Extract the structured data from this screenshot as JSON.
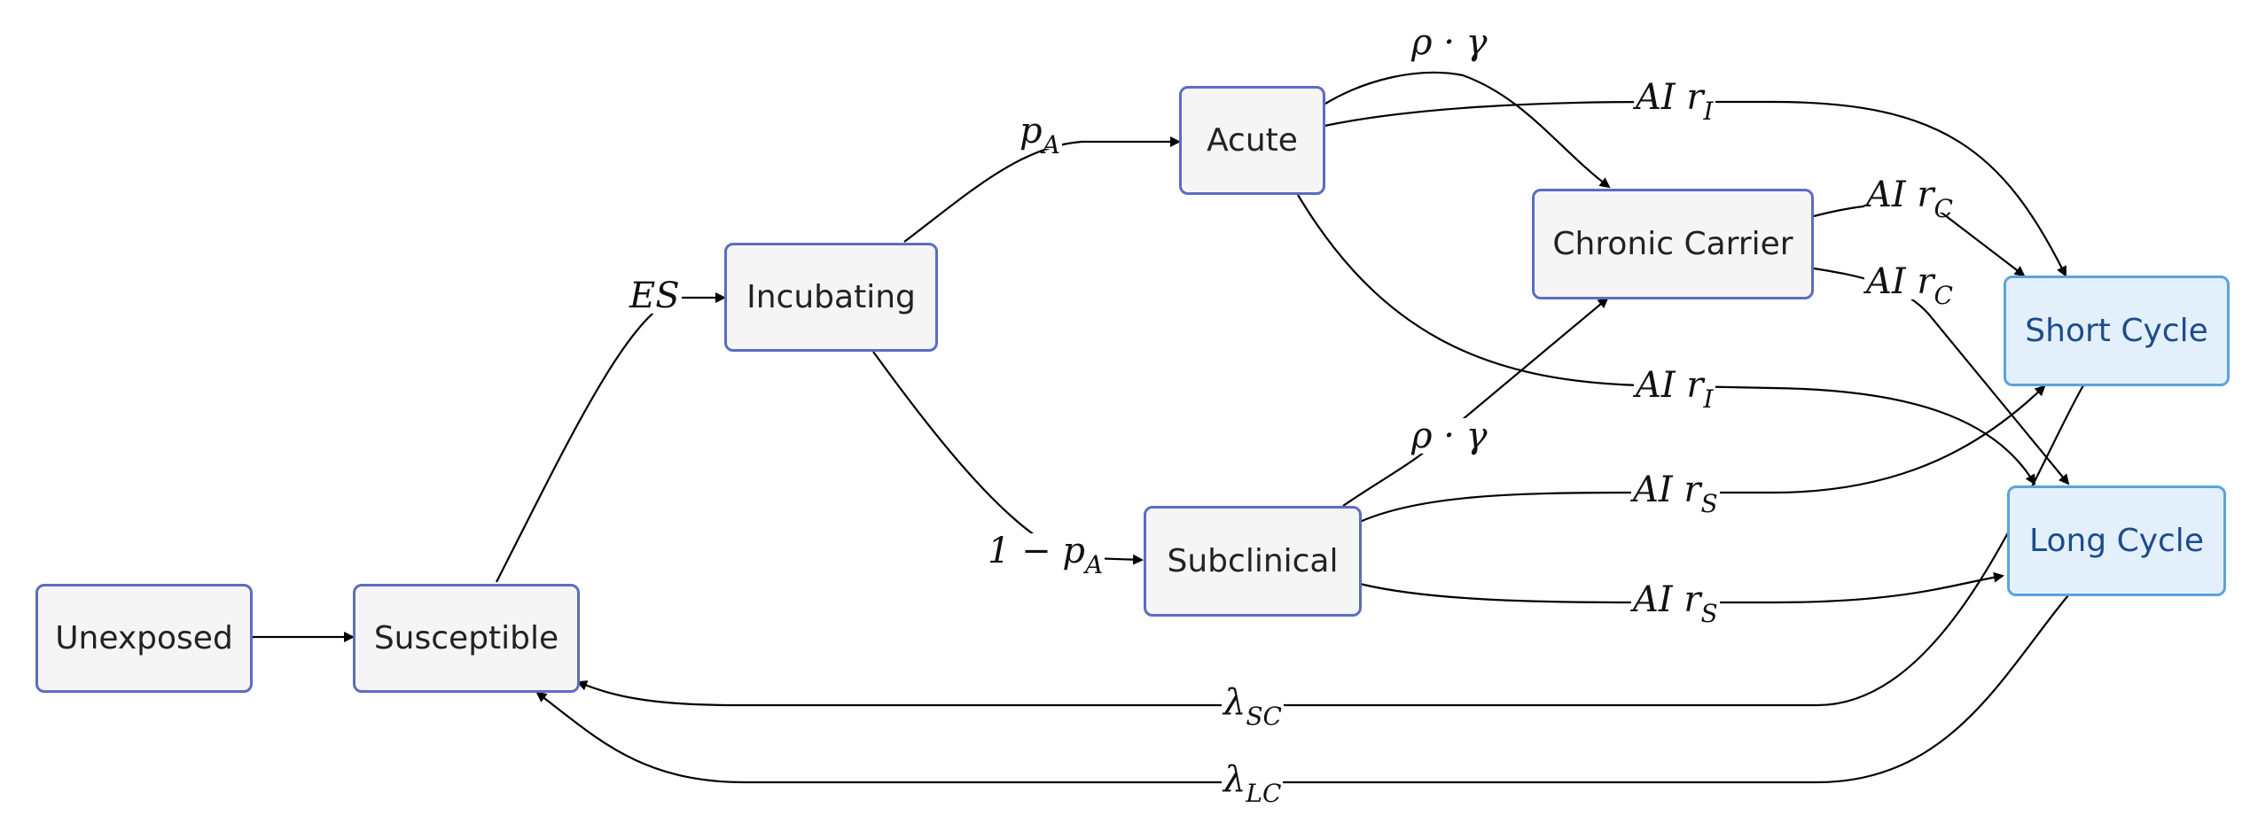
{
  "nodes": {
    "unexposed": "Unexposed",
    "susceptible": "Susceptible",
    "incubating": "Incubating",
    "acute": "Acute",
    "subclinical": "Subclinical",
    "chronic_carrier": "Chronic Carrier",
    "short_cycle": "Short Cycle",
    "long_cycle": "Long Cycle"
  },
  "edge_labels": {
    "es": "ES",
    "p_a_main": "p",
    "p_a_sub": "A",
    "one_minus_pa_main": "1 − p",
    "one_minus_pa_sub": "A",
    "rho_gamma_acute": "ρ · γ",
    "rho_gamma_subclinical": "ρ · γ",
    "ai_ri_main": "AI r",
    "ai_ri_sub": "I",
    "ai_rc_main": "AI r",
    "ai_rc_sub": "C",
    "ai_rs_main": "AI r",
    "ai_rs_sub": "S",
    "lambda_sc_main": "λ",
    "lambda_sc_sub": "SC",
    "lambda_lc_main": "λ",
    "lambda_lc_sub": "LC"
  },
  "colors": {
    "node_border": "#5b6cc0",
    "node_fill": "#f5f5f5",
    "cycle_border": "#5aa3dc",
    "cycle_fill": "#e3f0fb",
    "cycle_text": "#1d4c8c",
    "edge": "#000000"
  }
}
